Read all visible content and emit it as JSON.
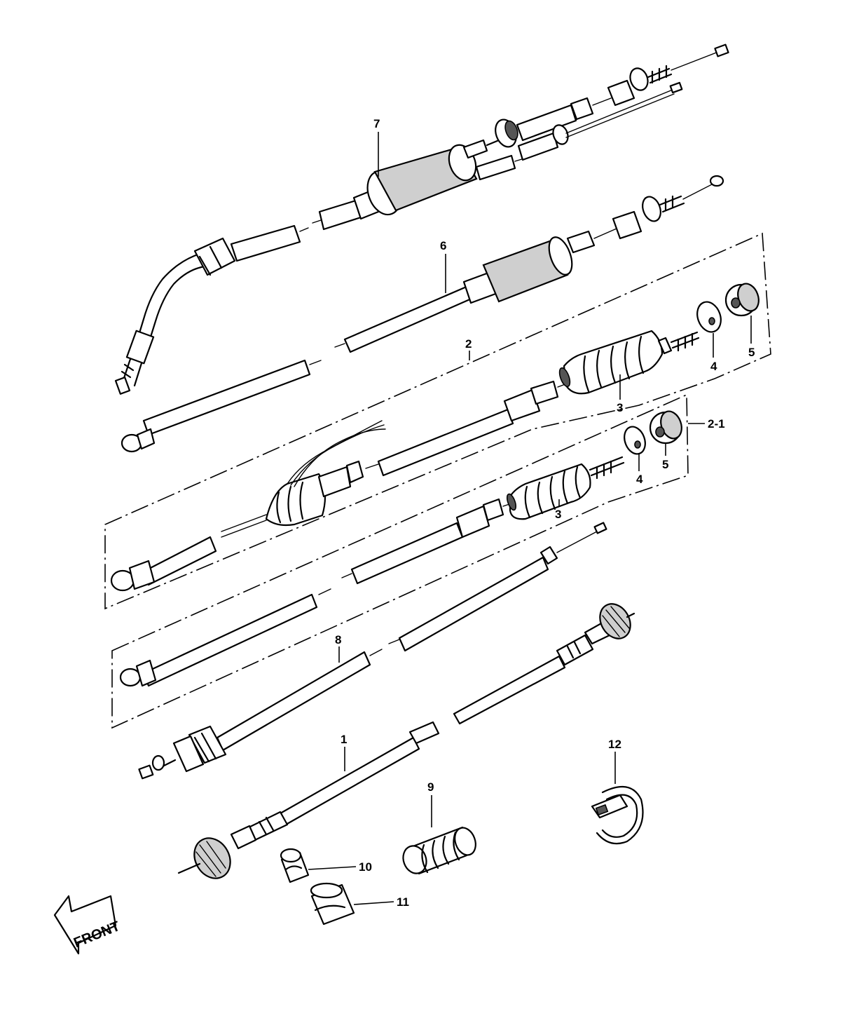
{
  "callouts": [
    {
      "id": "c7",
      "text": "7"
    },
    {
      "id": "c6",
      "text": "6"
    },
    {
      "id": "c2",
      "text": "2"
    },
    {
      "id": "c4a",
      "text": "4"
    },
    {
      "id": "c5a",
      "text": "5"
    },
    {
      "id": "c3a",
      "text": "3"
    },
    {
      "id": "c2-1",
      "text": "2-1"
    },
    {
      "id": "c4b",
      "text": "4"
    },
    {
      "id": "c5b",
      "text": "5"
    },
    {
      "id": "c3b",
      "text": "3"
    },
    {
      "id": "c8",
      "text": "8"
    },
    {
      "id": "c1",
      "text": "1"
    },
    {
      "id": "c12",
      "text": "12"
    },
    {
      "id": "c9",
      "text": "9"
    },
    {
      "id": "c10",
      "text": "10"
    },
    {
      "id": "c11",
      "text": "11"
    }
  ],
  "front_arrow": {
    "text": "FRONT",
    "icon": "front-arrow-icon"
  }
}
